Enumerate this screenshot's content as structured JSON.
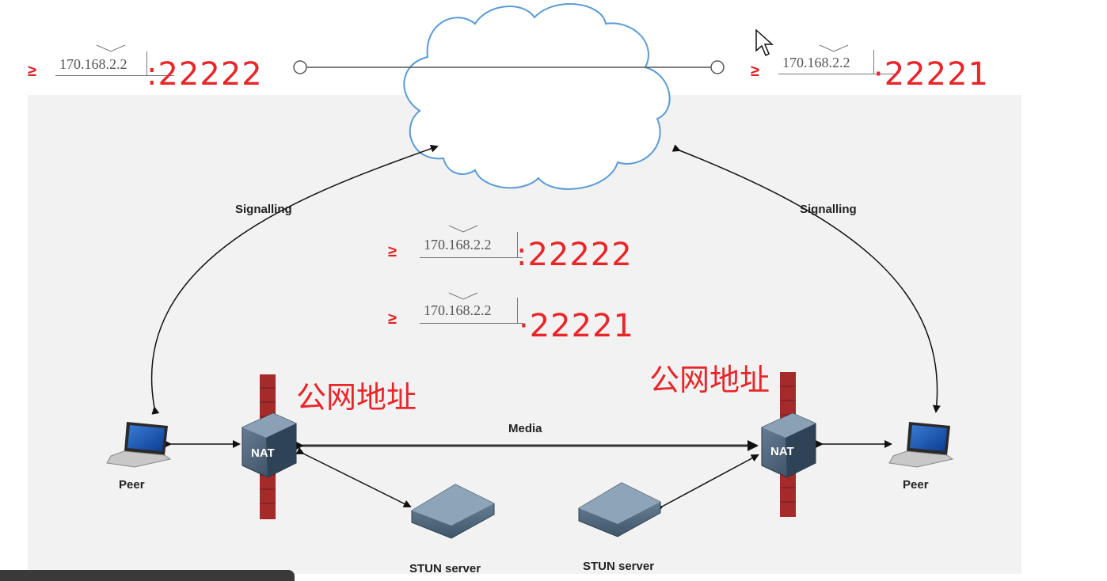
{
  "ip_annotations": [
    {
      "ip": "170.168.2.2",
      "port": "22222"
    },
    {
      "ip": "170.168.2.2",
      "port": "22221"
    },
    {
      "ip": "170.168.2.2",
      "port": "22222"
    },
    {
      "ip": "170.168.2.2",
      "port": "22221"
    }
  ],
  "labels": {
    "signalling_left": "Signalling",
    "signalling_right": "Signalling",
    "media": "Media",
    "peer_left": "Peer",
    "peer_right": "Peer",
    "nat_left": "NAT",
    "nat_right": "NAT",
    "stun_left": "STUN server",
    "stun_right": "STUN server",
    "public_addr_left": "公网地址",
    "public_addr_right": "公网地址"
  },
  "colors": {
    "annotation_red": "#e8262a",
    "cloud_outline": "#5b9bd5",
    "firewall": "#a52a2a",
    "device": "#4a6078"
  }
}
